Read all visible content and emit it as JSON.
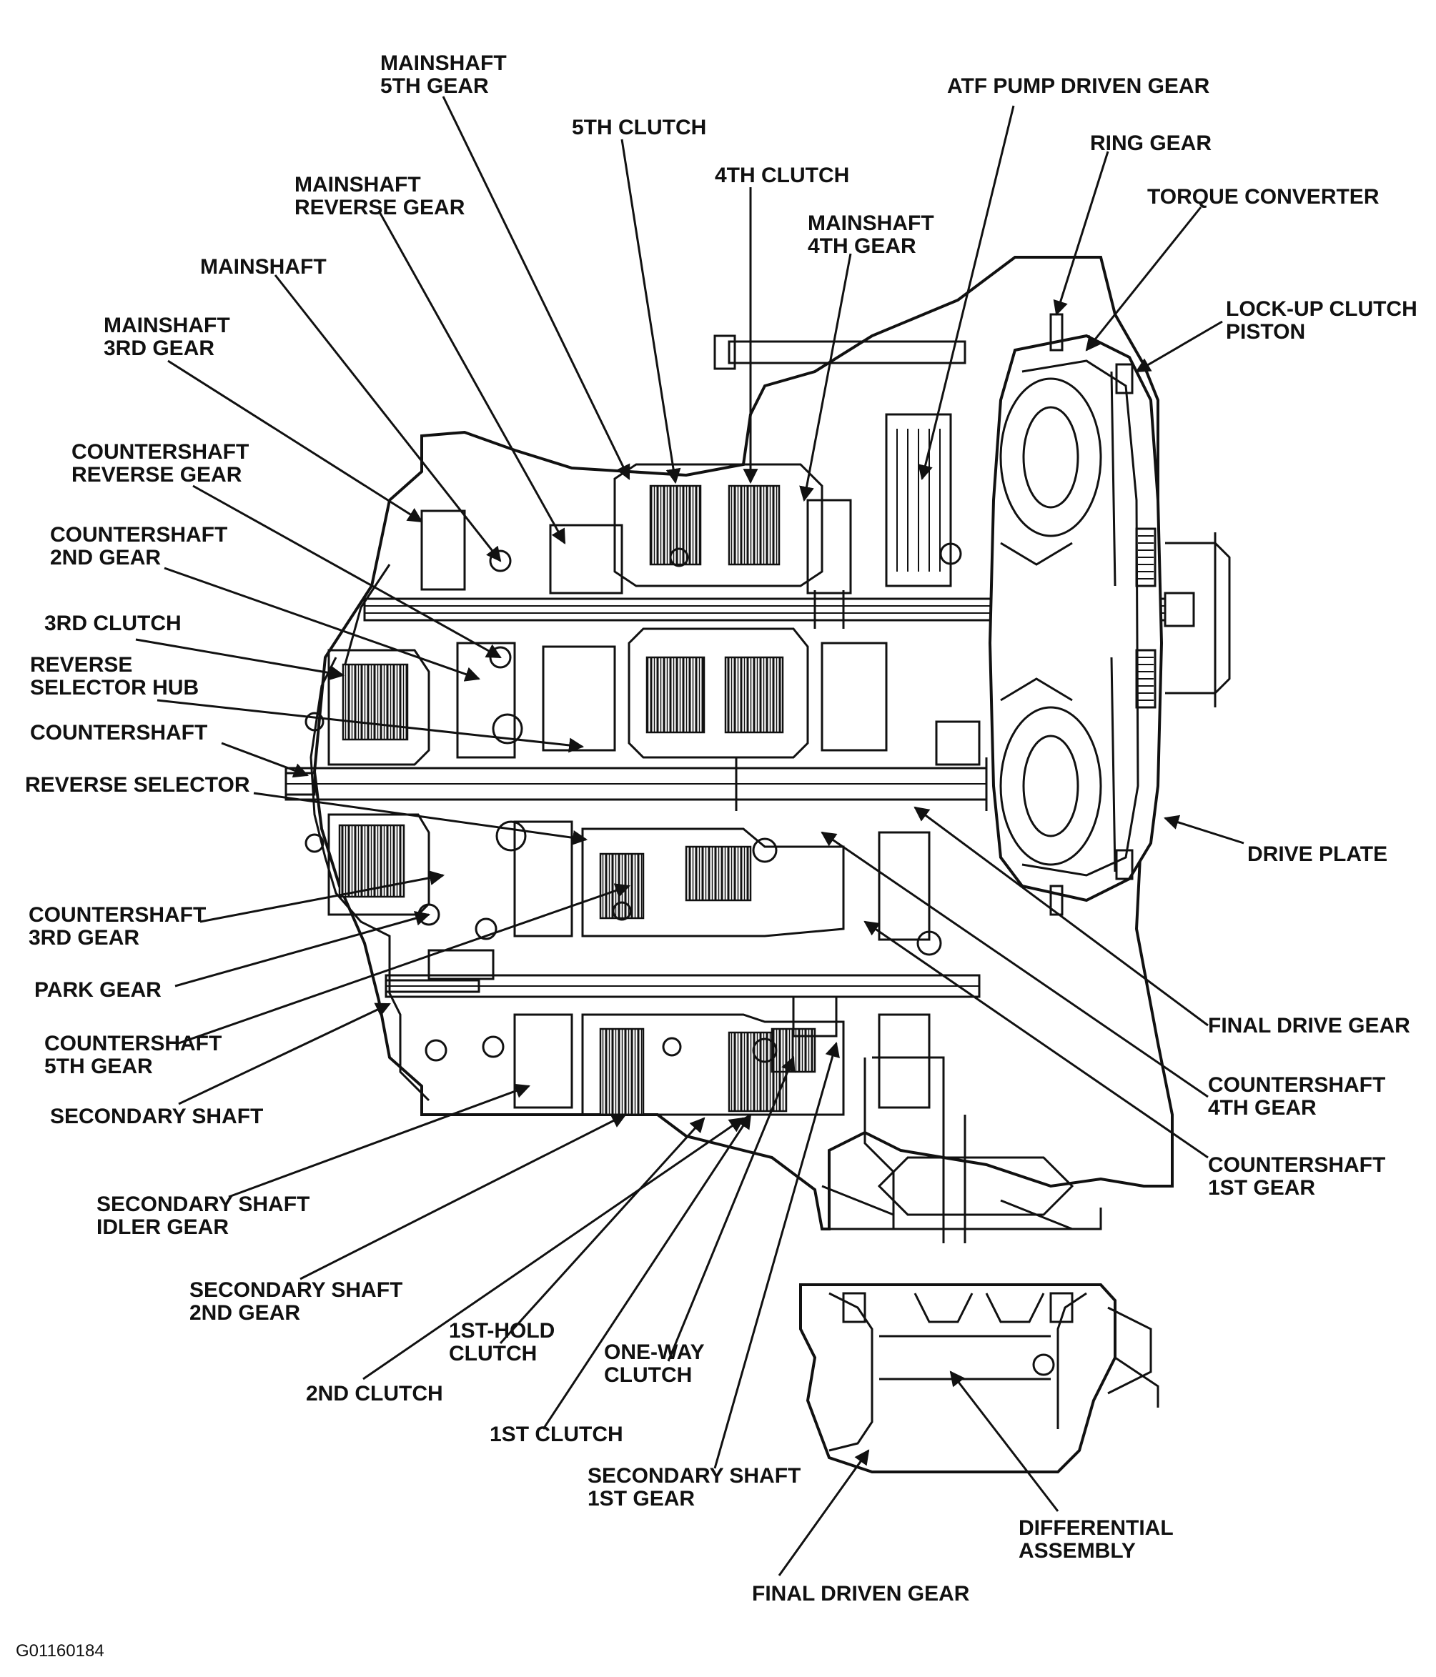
{
  "figure_code": "G01160184",
  "labels": {
    "mainshaft_5th_gear": [
      "MAINSHAFT",
      "5TH GEAR"
    ],
    "fifth_clutch": [
      "5TH CLUTCH"
    ],
    "fourth_clutch": [
      "4TH CLUTCH"
    ],
    "atf_pump_driven_gear": [
      "ATF PUMP DRIVEN GEAR"
    ],
    "ring_gear": [
      "RING GEAR"
    ],
    "torque_converter": [
      "TORQUE CONVERTER"
    ],
    "mainshaft_reverse_gear": [
      "MAINSHAFT",
      "REVERSE GEAR"
    ],
    "mainshaft_4th_gear": [
      "MAINSHAFT",
      "4TH GEAR"
    ],
    "mainshaft": [
      "MAINSHAFT"
    ],
    "lock_up_clutch_piston": [
      "LOCK-UP CLUTCH",
      "PISTON"
    ],
    "mainshaft_3rd_gear": [
      "MAINSHAFT",
      "3RD GEAR"
    ],
    "countershaft_reverse_gear": [
      "COUNTERSHAFT",
      "REVERSE GEAR"
    ],
    "countershaft_2nd_gear": [
      "COUNTERSHAFT",
      "2ND GEAR"
    ],
    "third_clutch": [
      "3RD CLUTCH"
    ],
    "reverse_selector_hub": [
      "REVERSE",
      "SELECTOR HUB"
    ],
    "countershaft": [
      "COUNTERSHAFT"
    ],
    "reverse_selector": [
      "REVERSE SELECTOR"
    ],
    "drive_plate": [
      "DRIVE PLATE"
    ],
    "countershaft_3rd_gear": [
      "COUNTERSHAFT",
      "3RD GEAR"
    ],
    "park_gear": [
      "PARK GEAR"
    ],
    "countershaft_5th_gear": [
      "COUNTERSHAFT",
      "5TH GEAR"
    ],
    "final_drive_gear": [
      "FINAL DRIVE GEAR"
    ],
    "secondary_shaft": [
      "SECONDARY SHAFT"
    ],
    "countershaft_4th_gear": [
      "COUNTERSHAFT",
      "4TH GEAR"
    ],
    "countershaft_1st_gear": [
      "COUNTERSHAFT",
      "1ST GEAR"
    ],
    "secondary_shaft_idler_gear": [
      "SECONDARY SHAFT",
      "IDLER GEAR"
    ],
    "secondary_shaft_2nd_gear": [
      "SECONDARY SHAFT",
      "2ND GEAR"
    ],
    "first_hold_clutch": [
      "1ST-HOLD",
      "CLUTCH"
    ],
    "one_way_clutch": [
      "ONE-WAY",
      "CLUTCH"
    ],
    "second_clutch": [
      "2ND CLUTCH"
    ],
    "first_clutch": [
      "1ST CLUTCH"
    ],
    "secondary_shaft_1st_gear": [
      "SECONDARY SHAFT",
      "1ST GEAR"
    ],
    "differential_assembly": [
      "DIFFERENTIAL",
      "ASSEMBLY"
    ],
    "final_driven_gear": [
      "FINAL DRIVEN GEAR"
    ]
  }
}
